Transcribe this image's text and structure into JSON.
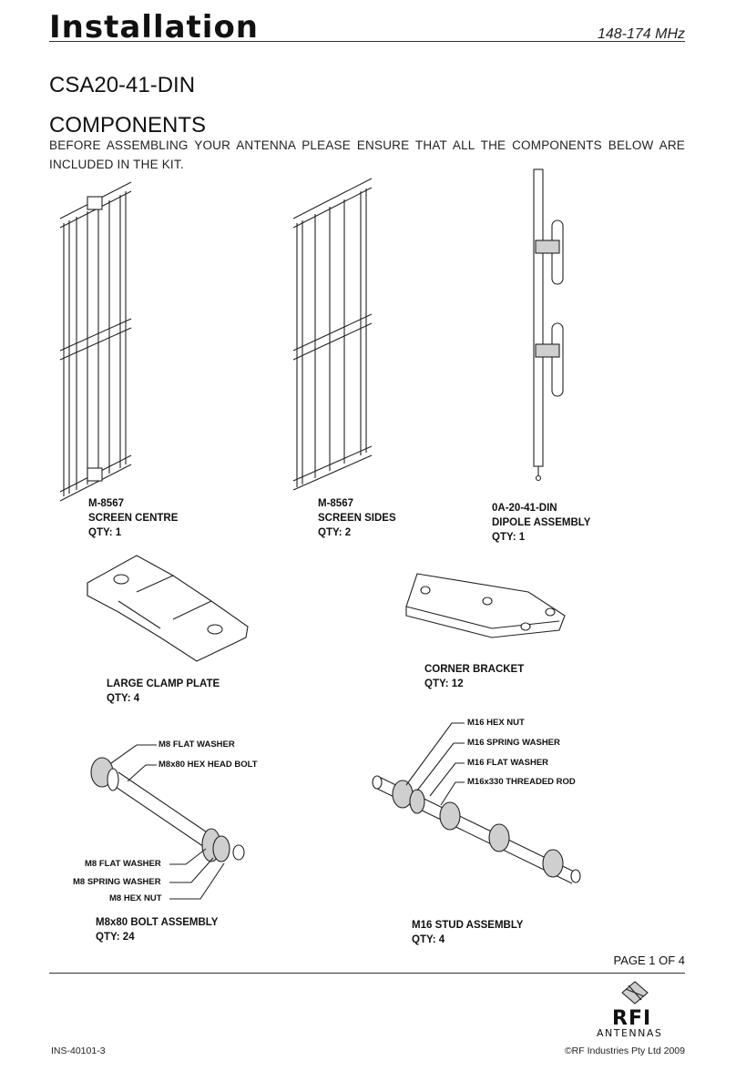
{
  "header": {
    "title": "Installation",
    "frequency": "148-174 MHz"
  },
  "model": "CSA20-41-DIN",
  "section_title": "COMPONENTS",
  "intro": "BEFORE ASSEMBLING YOUR ANTENNA PLEASE ENSURE THAT ALL THE COMPONENTS BELOW ARE INCLUDED IN THE KIT.",
  "components": {
    "screen_centre": {
      "part": "M-8567",
      "name": "SCREEN CENTRE",
      "qty": "QTY: 1"
    },
    "screen_sides": {
      "part": "M-8567",
      "name": "SCREEN SIDES",
      "qty": "QTY: 2"
    },
    "dipole": {
      "part": "0A-20-41-DIN",
      "name": "DIPOLE ASSEMBLY",
      "qty": "QTY: 1"
    },
    "clamp_plate": {
      "name": "LARGE CLAMP PLATE",
      "qty": "QTY: 4"
    },
    "corner_bracket": {
      "name": "CORNER BRACKET",
      "qty": "QTY: 12"
    },
    "bolt_assembly": {
      "name": "M8x80 BOLT ASSEMBLY",
      "qty": "QTY: 24",
      "callouts": [
        "M8 FLAT WASHER",
        "M8x80 HEX HEAD BOLT",
        "M8 FLAT WASHER",
        "M8 SPRING WASHER",
        "M8 HEX NUT"
      ]
    },
    "stud_assembly": {
      "name": "M16 STUD ASSEMBLY",
      "qty": "QTY: 4",
      "callouts": [
        "M16 HEX NUT",
        "M16 SPRING WASHER",
        "M16 FLAT WASHER",
        "M16x330 THREADED ROD"
      ]
    }
  },
  "footer": {
    "page": "PAGE 1 OF 4",
    "doc_id": "INS-40101-3",
    "copyright": "©RF Industries Pty Ltd 2009",
    "logo_text": "RFI",
    "logo_subtext": "ANTENNAS"
  }
}
